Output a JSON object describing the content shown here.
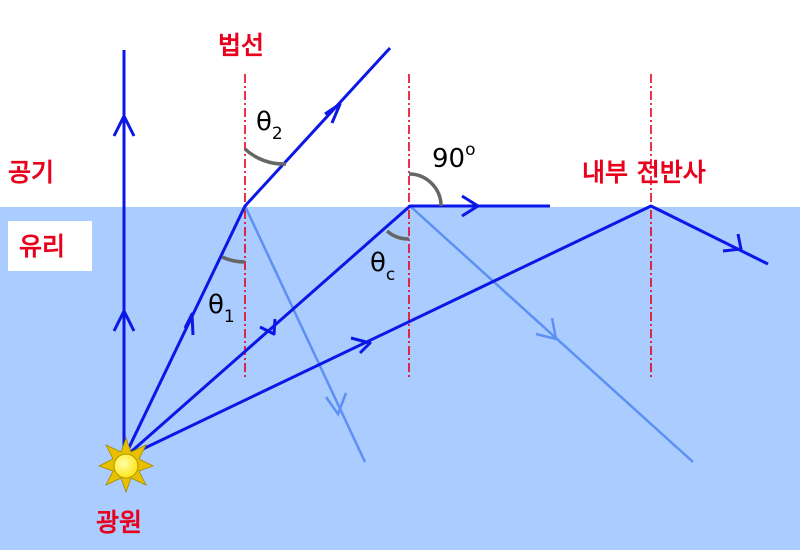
{
  "labels": {
    "normal": "법선",
    "air": "공기",
    "glass": "유리",
    "tir": "내부 전반사",
    "source": "광원",
    "theta": "θ",
    "theta1_sub": "1",
    "theta2_sub": "2",
    "thetac_sub": "c",
    "ninety": "90",
    "ninety_sup": "o"
  },
  "colors": {
    "air": "#ffffff",
    "glass": "#aaccff",
    "ray": "#0a17e6",
    "faint_ray": "#5c90f4",
    "normal_line": "#e8001c",
    "angle_arc": "#666666",
    "label_red": "#e8001c",
    "sun": "#ffee00"
  }
}
